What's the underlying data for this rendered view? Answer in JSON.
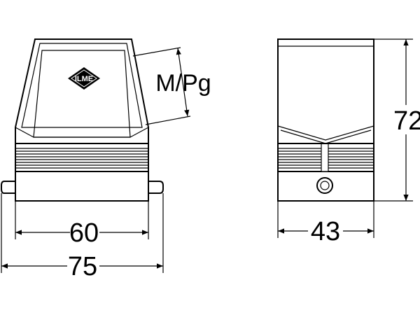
{
  "drawing": {
    "callout_label": "M/Pg",
    "logo_text": "ILME",
    "dimensions": {
      "front_inner_width": "60",
      "front_overall_width": "75",
      "side_width": "43",
      "side_height": "72"
    }
  }
}
